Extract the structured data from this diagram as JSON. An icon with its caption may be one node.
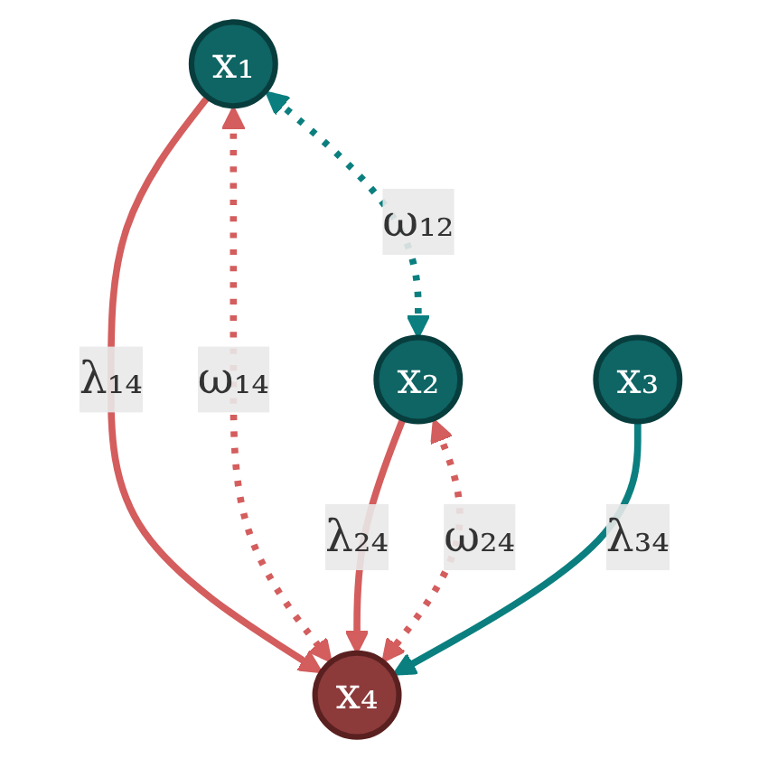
{
  "diagram": {
    "nodes": [
      {
        "text": [
          "x₁"
        ]
      },
      {
        "text": [
          "x₂"
        ]
      },
      {
        "text": [
          "x₃"
        ]
      },
      {
        "text": [
          "x₄"
        ]
      }
    ],
    "edges": [
      {
        "from": 0,
        "to": 1,
        "arrow": "both",
        "label": "ω₁₂",
        "style": "dashed",
        "color": "#0b7f7f"
      },
      {
        "from": 0,
        "to": 3,
        "arrow": "to",
        "label": "λ₁₄"
      },
      {
        "from": 0,
        "to": 3,
        "arrow": "both",
        "label": "ω₁₄",
        "style": "dashed"
      },
      {
        "from": 1,
        "to": 3,
        "arrow": "to",
        "label": "λ₂₄"
      },
      {
        "from": 1,
        "to": 3,
        "arrow": "both",
        "label": "ω₂₄",
        "style": "dashed"
      },
      {
        "from": 2,
        "to": 3,
        "arrow": "to",
        "label": "λ₃₄",
        "color": "#0b7f7f"
      }
    ]
  }
}
